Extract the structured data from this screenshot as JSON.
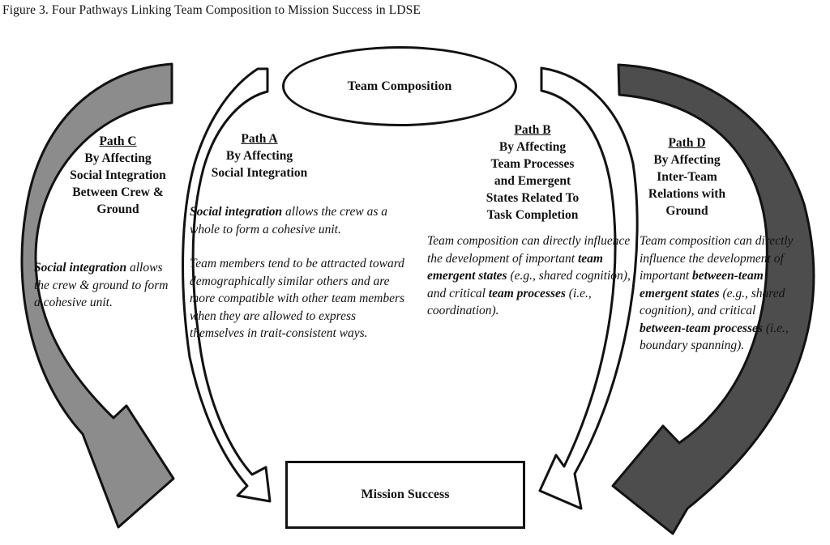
{
  "title": "Figure 3. Four Pathways Linking Team Composition to Mission Success in LDSE",
  "nodes": {
    "top": "Team Composition",
    "bottom": "Mission Success"
  },
  "path_a": {
    "label": "Path A",
    "heading": [
      "By Affecting",
      "Social Integration"
    ],
    "p1_em": "Social integration",
    "p1_rest": " allows the crew as a whole to form a cohesive unit.",
    "p2": "Team members tend to be attracted toward demographically similar others and are more compatible with other team members when they are allowed to express themselves in trait-consistent ways."
  },
  "path_b": {
    "label": "Path B",
    "heading": [
      "By Affecting",
      "Team Processes",
      "and Emergent",
      "States Related To",
      "Task Completion"
    ],
    "seg1": "Team composition can directly influence the development of important ",
    "seg2": "team emergent states",
    "seg3": " (e.g., shared cognition), and critical ",
    "seg4": "team processes",
    "seg5": " (i.e., coordination)."
  },
  "path_c": {
    "label": "Path C",
    "heading": [
      "By Affecting",
      "Social Integration",
      "Between Crew &",
      "Ground"
    ],
    "p1_em": "Social integration",
    "p1_rest": " allows the crew & ground  to form a cohesive unit."
  },
  "path_d": {
    "label": "Path D",
    "heading": [
      "By Affecting",
      "Inter-Team",
      "Relations with",
      "Ground"
    ],
    "seg1": "Team composition can directly influence the development of important ",
    "seg2": "between-team emergent states",
    "seg3": " (e.g., shared cognition), and critical ",
    "seg4": "between-team processes",
    "seg5": " (i.e., boundary spanning)."
  },
  "colors": {
    "path_c_fill": "#8c8c8c",
    "path_d_fill": "#4d4d4d",
    "white_fill": "#ffffff",
    "outline": "#121212"
  }
}
